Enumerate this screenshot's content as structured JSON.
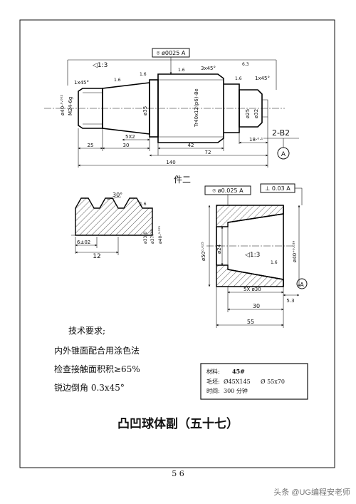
{
  "drawing": {
    "top_part": {
      "callout_top": "⌾ ø0025 A",
      "taper_label": "◁1:3",
      "chamfer_left": "1x45°",
      "chamfer_mid": "3x45°",
      "chamfer_right": "1x45°",
      "roughness_main": "1.6",
      "roughness_corner": "6.3",
      "dia_left_1": "ø40-⁰·⁰⁰²",
      "dia_left_2": "M24-6g",
      "dia_mid_1": "ø35",
      "thread_main": "Tr40x12(p6)-8e",
      "dia_right_1": "ø25",
      "dia_right_2": "ø32",
      "dim_5x2": "5X2",
      "dim_25": "25",
      "dim_30": "30",
      "dim_42": "42",
      "dim_72": "72",
      "dim_18": "18-⁰·¹",
      "dim_140": "140",
      "section_label": "2-B2",
      "datum_a": "A"
    },
    "part_two_title": "件二",
    "thread_detail": {
      "angle": "30°",
      "roughness": "1.6",
      "dim_6": "6±02",
      "dim_12": "12",
      "dia_1": "ø33.0",
      "dia_2": "ø37.⁰¹⁸",
      "dia_3": "ø40-⁰·³⁷⁵"
    },
    "sleeve": {
      "callout_1": "⌾ ø0.025 A",
      "callout_2": "⊥ 0.03 A",
      "dia_outer": "ø50⁰·⁰²⁵",
      "dia_bore": "ø24",
      "dia_right": "ø40⁺⁰·⁰³⁹",
      "taper": "◁1:3",
      "roughness": "1.6",
      "dim_5x30": "5X ø30",
      "dim_53": "5.3",
      "dim_30": "30",
      "dim_55": "55",
      "datum_a": "A"
    }
  },
  "requirements": {
    "heading": "技术要求;",
    "lines": [
      "内外锥面配合用涂色法",
      "检查接触面积积≥65%",
      "锐边倒角 0.3x45°"
    ]
  },
  "material_box": {
    "material_label": "材料:",
    "material_value": "45#",
    "blank_label": "毛坯:",
    "blank_value_1": "Ø45X145",
    "blank_value_2": "Ø 55x70",
    "time_label": "时间:",
    "time_value": "300 分钟"
  },
  "title": "凸凹球体副（五十七）",
  "page_number": "5 6",
  "watermark": "头条 @UG编程安老师"
}
